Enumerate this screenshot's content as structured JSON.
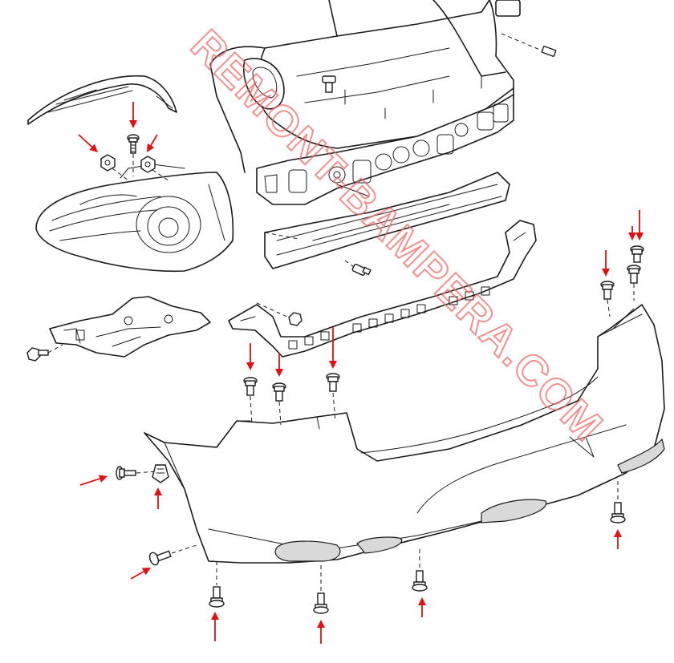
{
  "watermark": {
    "text": "REMONT-BAMPERA.COM",
    "color": "#f06a6a"
  },
  "colors": {
    "arrow": "#e01010",
    "line": "#1a1a1a",
    "background": "#ffffff"
  },
  "fasteners": [
    {
      "id": "tl-screw-top",
      "icon": "screw-icon"
    },
    {
      "id": "tl-nut-left",
      "icon": "nut-icon"
    },
    {
      "id": "tl-nut-right",
      "icon": "nut-icon"
    },
    {
      "id": "body-stud",
      "icon": "stud-icon"
    },
    {
      "id": "reinforcement-bolt",
      "icon": "bolt-icon"
    },
    {
      "id": "side-bracket-bolt",
      "icon": "bolt-icon"
    },
    {
      "id": "bracket-nut",
      "icon": "nut-icon"
    },
    {
      "id": "upper-screw-1",
      "icon": "screw-icon"
    },
    {
      "id": "upper-screw-2",
      "icon": "screw-icon"
    },
    {
      "id": "upper-screw-3",
      "icon": "screw-icon"
    },
    {
      "id": "right-screw-1",
      "icon": "screw-icon"
    },
    {
      "id": "right-screw-2",
      "icon": "screw-icon"
    },
    {
      "id": "right-screw-3",
      "icon": "screw-icon"
    },
    {
      "id": "left-side-screw",
      "icon": "screw-icon"
    },
    {
      "id": "left-clip",
      "icon": "clip-icon"
    },
    {
      "id": "lower-left-screw",
      "icon": "screw-icon"
    },
    {
      "id": "bottom-screw-1",
      "icon": "screw-icon"
    },
    {
      "id": "bottom-screw-2",
      "icon": "screw-icon"
    },
    {
      "id": "bottom-screw-3",
      "icon": "screw-icon"
    },
    {
      "id": "bottom-screw-4",
      "icon": "screw-icon"
    }
  ]
}
